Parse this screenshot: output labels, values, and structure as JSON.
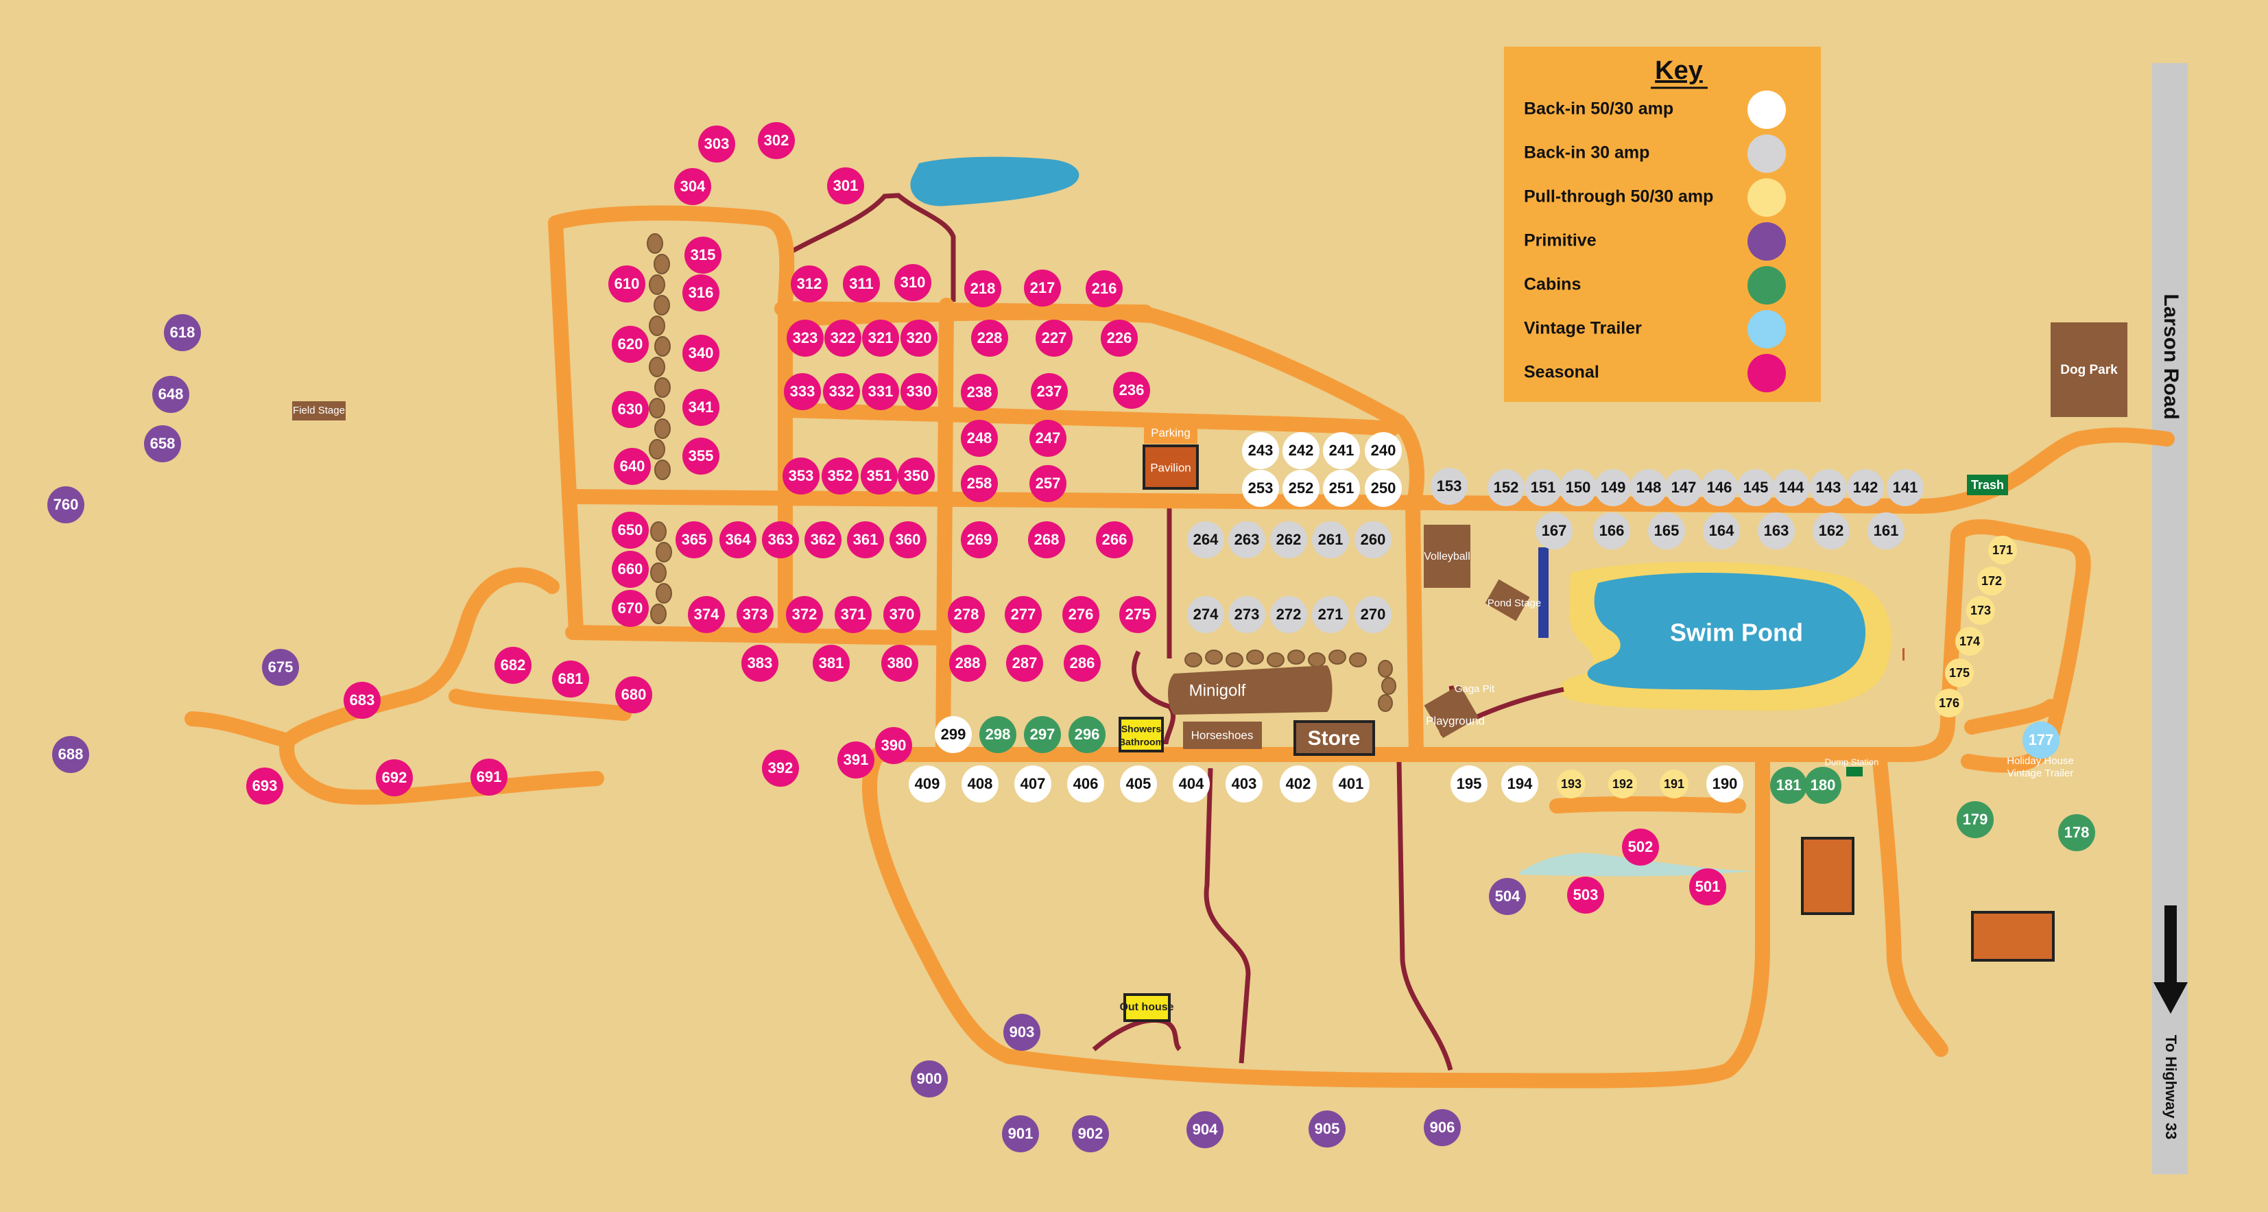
{
  "key": {
    "title": "Key",
    "items": [
      {
        "label": "Back-in 50/30 amp",
        "color": "#ffffff"
      },
      {
        "label": "Back-in 30 amp",
        "color": "#d4d4d6"
      },
      {
        "label": "Pull-through 50/30 amp",
        "color": "#fce38a"
      },
      {
        "label": "Primitive",
        "color": "#7e4a9e"
      },
      {
        "label": "Cabins",
        "color": "#3d9a5f"
      },
      {
        "label": "Vintage Trailer",
        "color": "#8ed4f4"
      },
      {
        "label": "Seasonal",
        "color": "#e8107c"
      }
    ]
  },
  "labels": {
    "larson_road": "Larson Road",
    "to_highway": "To Highway 33",
    "dog_park": "Dog Park",
    "trash": "Trash",
    "swim_pond": "Swim Pond",
    "volleyball": "Volleyball",
    "pond_stage": "Pond Stage",
    "gaga_pit": "Gaga Pit",
    "playground": "Playground",
    "minigolf": "Minigolf",
    "horseshoes": "Horseshoes",
    "store": "Store",
    "showers_bathroom": "Showers Bathroom",
    "outhouse": "Out house",
    "parking": "Parking",
    "pavilion": "Pavilion",
    "field_stage": "Field Stage",
    "dump_station": "Dump Station",
    "holiday_house": "Holiday House Vintage Trailer"
  },
  "sites": {
    "seasonal": [
      "303",
      "302",
      "304",
      "301",
      "315",
      "610",
      "316",
      "620",
      "340",
      "630",
      "341",
      "640",
      "355",
      "312",
      "311",
      "310",
      "323",
      "322",
      "321",
      "320",
      "333",
      "332",
      "331",
      "330",
      "353",
      "352",
      "351",
      "350",
      "218",
      "217",
      "216",
      "228",
      "227",
      "226",
      "238",
      "237",
      "236",
      "248",
      "247",
      "258",
      "257",
      "650",
      "365",
      "364",
      "363",
      "362",
      "361",
      "360",
      "269",
      "268",
      "266",
      "660",
      "670",
      "374",
      "373",
      "372",
      "371",
      "370",
      "278",
      "277",
      "276",
      "275",
      "383",
      "381",
      "380",
      "288",
      "287",
      "286",
      "682",
      "681",
      "680",
      "683",
      "390",
      "391",
      "392",
      "693",
      "692",
      "691",
      "502",
      "503",
      "501"
    ],
    "back_in_50": [
      "243",
      "242",
      "241",
      "240",
      "253",
      "252",
      "251",
      "250",
      "299",
      "409",
      "408",
      "407",
      "406",
      "405",
      "404",
      "403",
      "402",
      "401",
      "195",
      "194",
      "190"
    ],
    "back_in_30": [
      "264",
      "263",
      "262",
      "261",
      "260",
      "274",
      "273",
      "272",
      "271",
      "270",
      "153",
      "152",
      "151",
      "150",
      "149",
      "148",
      "147",
      "146",
      "145",
      "144",
      "143",
      "142",
      "141",
      "167",
      "166",
      "165",
      "164",
      "163",
      "162",
      "161"
    ],
    "pull_through": [
      "171",
      "172",
      "173",
      "174",
      "175",
      "176",
      "193",
      "192",
      "191"
    ],
    "primitive": [
      "618",
      "648",
      "658",
      "760",
      "675",
      "688",
      "504",
      "903",
      "900",
      "901",
      "902",
      "904",
      "905",
      "906"
    ],
    "cabins": [
      "298",
      "297",
      "296",
      "181",
      "180",
      "179",
      "178"
    ],
    "vintage": [
      "177"
    ]
  }
}
